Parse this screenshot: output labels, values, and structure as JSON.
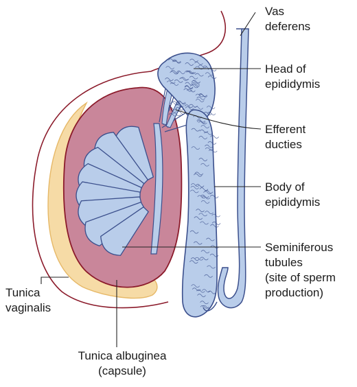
{
  "labels": {
    "vas_deferens": [
      "Vas",
      "deferens"
    ],
    "head_epididymis": [
      "Head of",
      "epididymis"
    ],
    "efferent_ducts": [
      "Efferent",
      "ducties"
    ],
    "body_epididymis": [
      "Body of",
      "epididymis"
    ],
    "seminiferous": [
      "Seminiferous",
      "tubules",
      "(site of sperm",
      "production)"
    ],
    "tunica_vaginalis": [
      "Tunica",
      "vaginalis"
    ],
    "tunica_albuginea": [
      "Tunica albuginea",
      "(capsule)"
    ]
  },
  "colors": {
    "outline": "#8b1a2a",
    "testis_fill": "#c9869a",
    "tubule_fill": "#b9cdea",
    "tubule_stroke": "#3b4f8c",
    "vaginalis_fill": "#f6dba6",
    "vaginalis_stroke": "#e6b867",
    "leader": "#222222"
  }
}
